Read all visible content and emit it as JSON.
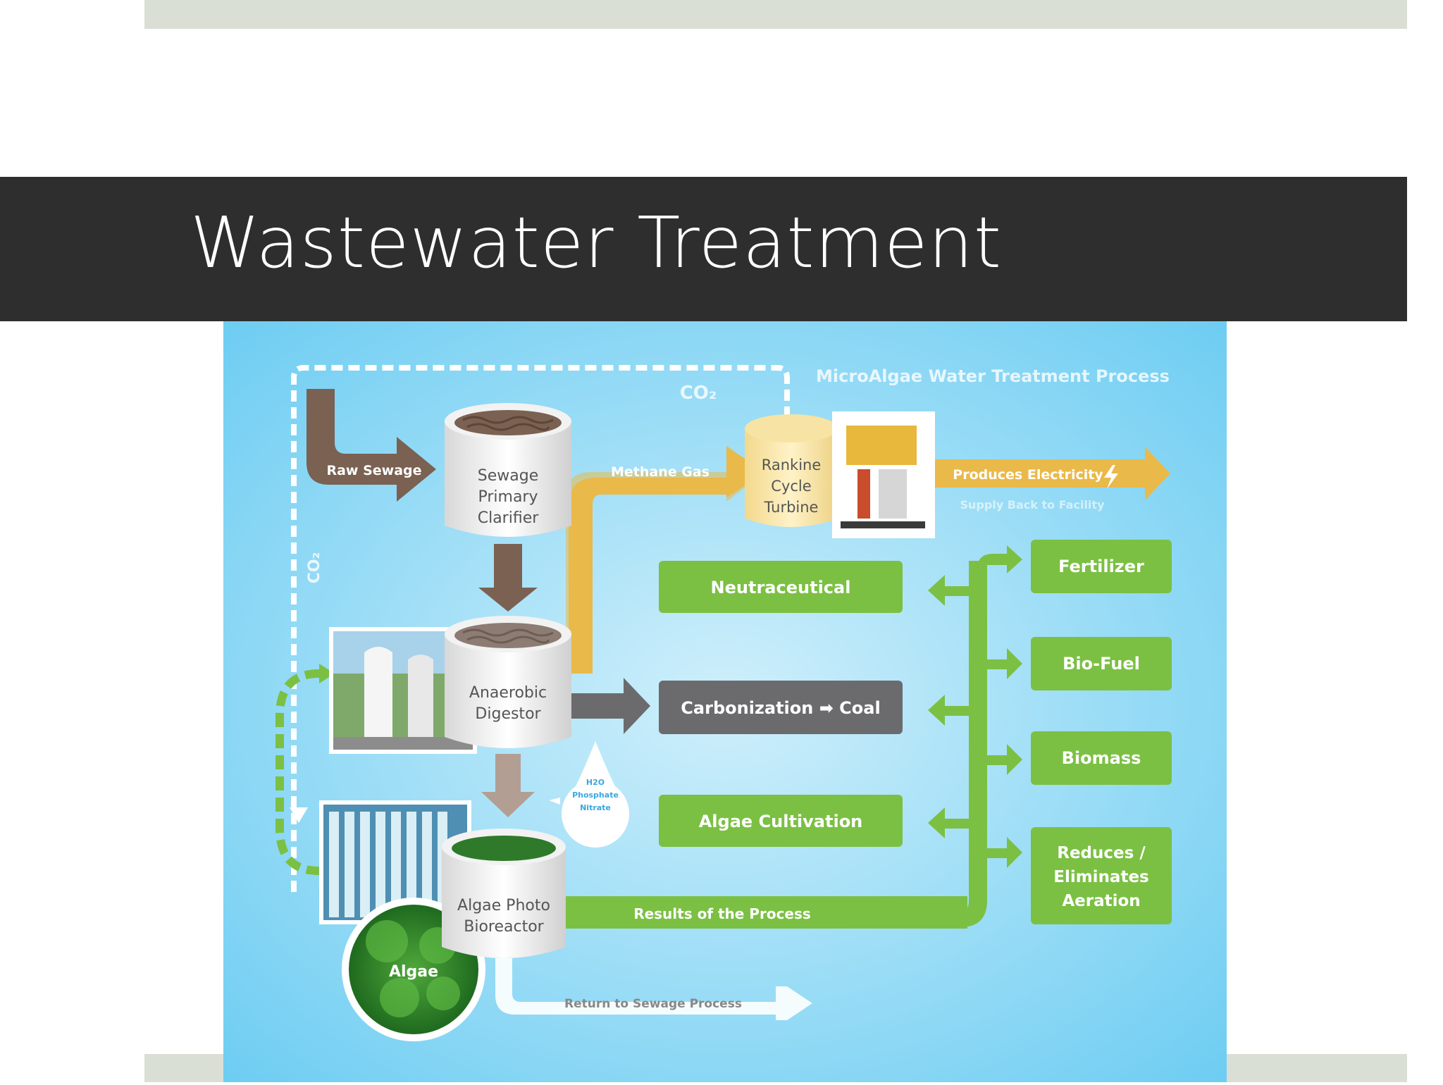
{
  "slide": {
    "title": "Wastewater Treatment"
  },
  "diagram": {
    "heading": "MicroAlgae Water Treatment Process",
    "co2_top": "CO₂",
    "co2_left": "CO₂",
    "raw_sewage": "Raw Sewage",
    "clarifier": [
      "Sewage",
      "Primary",
      "Clarifier"
    ],
    "methane_gas": "Methane Gas",
    "turbine": [
      "Rankine",
      "Cycle",
      "Turbine"
    ],
    "produces_electricity": "Produces Electricity",
    "supply_back": "Supply Back to Facility",
    "digestor": [
      "Anaerobic",
      "Digestor"
    ],
    "carbonization": "Carbonization ➡ Coal",
    "nutrients": [
      "H2O",
      "Phosphate",
      "Nitrate"
    ],
    "bioreactor": [
      "Algae Photo",
      "Bioreactor"
    ],
    "algae": "Algae",
    "return_to_sewage": "Return to Sewage Process",
    "results": "Results of the Process",
    "left_products": [
      "Neutraceutical",
      "Algae Cultivation"
    ],
    "right_products": [
      "Fertilizer",
      "Bio-Fuel",
      "Biomass"
    ],
    "aeration": [
      "Reduces /",
      "Eliminates",
      "Aeration"
    ]
  },
  "colors": {
    "background": "#7fd3f2",
    "sewage_brown": "#7a6152",
    "methane_yellow": "#e9b94a",
    "product_green": "#7bc043",
    "coal_grey": "#6b6b6d"
  }
}
